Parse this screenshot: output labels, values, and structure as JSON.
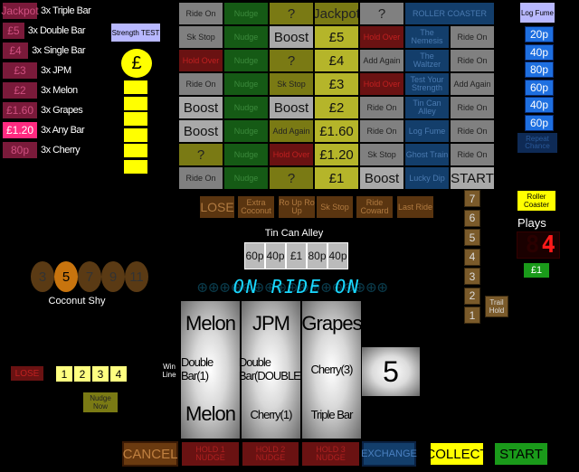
{
  "trail": [
    {
      "price": "Jackpot",
      "label": "3x Triple Bar",
      "lit": false
    },
    {
      "price": "£5",
      "label": "3x Double Bar",
      "lit": false
    },
    {
      "price": "£4",
      "label": "3x Single Bar",
      "lit": false
    },
    {
      "price": "£3",
      "label": "3x JPM",
      "lit": false
    },
    {
      "price": "£2",
      "label": "3x Melon",
      "lit": false
    },
    {
      "price": "£1.60",
      "label": "3x Grapes",
      "lit": false
    },
    {
      "price": "£1.20",
      "label": "3x Any Bar",
      "lit": true
    },
    {
      "price": "80p",
      "label": "3x Cherry",
      "lit": false
    }
  ],
  "strength": {
    "title": "Strength TEST",
    "coin": "£"
  },
  "board": [
    [
      "Ride On",
      "Nudge",
      "?",
      "Jackpot",
      "?",
      "ROLLER COASTER"
    ],
    [
      "Sk Stop",
      "Nudge",
      "Boost",
      "£5",
      "Hold Over",
      "The Nemesis",
      "Ride On"
    ],
    [
      "Hold Over",
      "Nudge",
      "?",
      "£4",
      "Add Again",
      "The Waltzer",
      "Ride On"
    ],
    [
      "Ride On",
      "Nudge",
      "Sk Stop",
      "£3",
      "Hold Over",
      "Test Your Strength",
      "Add Again"
    ],
    [
      "Boost",
      "Nudge",
      "Boost",
      "£2",
      "Ride On",
      "Tin Can Alley",
      "Ride On"
    ],
    [
      "Boost",
      "Nudge",
      "Add Again",
      "£1.60",
      "Ride On",
      "Log Fume",
      "Ride On"
    ],
    [
      "?",
      "Nudge",
      "Hold Over",
      "£1.20",
      "Sk Stop",
      "Ghost Train",
      "Ride On"
    ],
    [
      "Ride On",
      "Nudge",
      "?",
      "£1",
      "Boost",
      "Lucky Dip",
      "START"
    ]
  ],
  "bottom_row": [
    "LOSE",
    "Extra Coconut",
    "Ro Up Ro Up",
    "Sk Stop",
    "Ride Coward",
    "Last Ride"
  ],
  "log_fume": {
    "title": "Log Fume",
    "values": [
      "20p",
      "40p",
      "80p",
      "60p",
      "40p",
      "60p"
    ],
    "footer": "Repeat Chance"
  },
  "roller": {
    "title": "Roller Coaster",
    "plays_label": "Plays",
    "plays_digit": "4",
    "credit": "£1"
  },
  "steps": [
    "7",
    "6",
    "5",
    "4",
    "3",
    "2",
    "1"
  ],
  "trail_hold": "Trail Hold",
  "tin_can": {
    "title": "Tin Can Alley",
    "values": [
      "60p",
      "40p",
      "£1",
      "80p",
      "40p"
    ]
  },
  "coconut": {
    "title": "Coconut Shy",
    "values": [
      "3",
      "5",
      "7",
      "9",
      "11"
    ],
    "lit_index": 1
  },
  "message": "ON RIDE ON",
  "reels": [
    [
      "Melon",
      "Double Bar(1)",
      "Melon"
    ],
    [
      "JPM",
      "Double Bar(DOUBLE)",
      "Cherry(1)"
    ],
    [
      "Grapes",
      "Cherry(3)",
      "Triple Bar"
    ]
  ],
  "win_line_label": "Win Line",
  "win_number": "5",
  "nudges": {
    "lose_label": "LOSE",
    "numbers": [
      "1",
      "2",
      "3",
      "4"
    ],
    "nudge_now": "Nudge Now"
  },
  "buttons": {
    "cancel": "CANCEL",
    "hold1": "HOLD 1 NUDGE",
    "hold2": "HOLD 2 NUDGE",
    "hold3": "HOLD 3 NUDGE",
    "exchange": "EXCHANGE",
    "collect": "COLLECT",
    "start": "START"
  },
  "colors": {
    "yellow": "#ffff00",
    "blue": "#1e6fe0",
    "led_red": "#ff1a1a",
    "green": "#1a9a1a"
  }
}
